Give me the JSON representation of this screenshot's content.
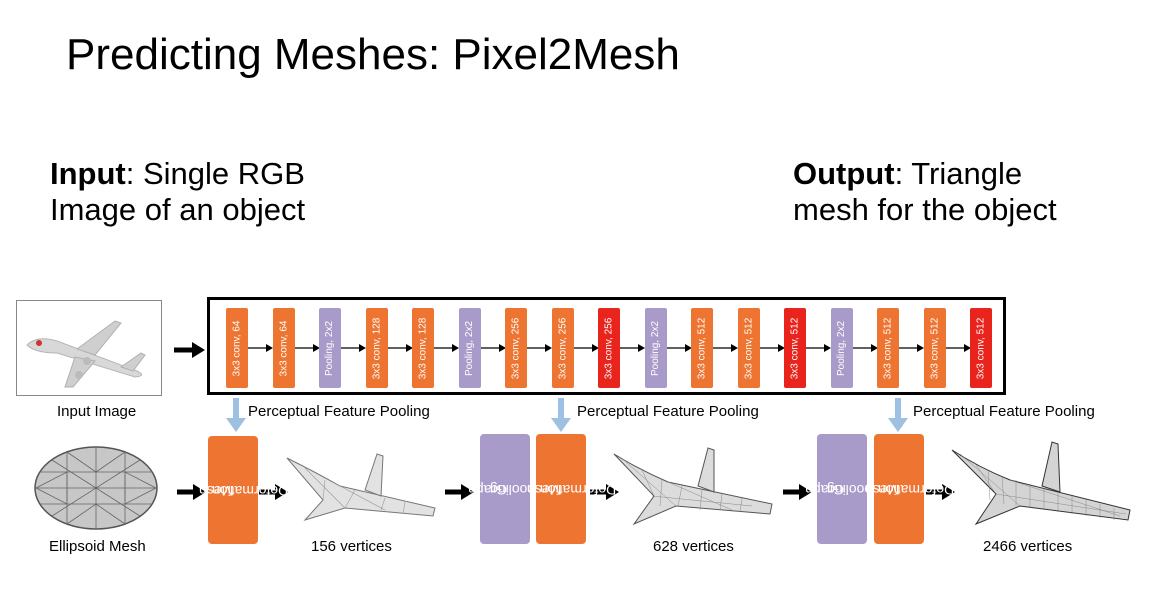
{
  "slide": {
    "title": "Predicting Meshes: Pixel2Mesh",
    "input": {
      "bold": "Input",
      "rest": ": Single RGB",
      "line2": "Image of an object"
    },
    "output": {
      "bold": "Output",
      "rest": ": Triangle",
      "line2": "mesh for the object"
    }
  },
  "diagram": {
    "input_image_label": "Input Image",
    "ellipsoid_label": "Ellipsoid Mesh",
    "pooling_label": "Perceptual Feature Pooling",
    "layers": [
      {
        "label": "3x3 conv, 64",
        "kind": "conv"
      },
      {
        "label": "3x3 conv, 64",
        "kind": "conv"
      },
      {
        "label": "Pooling, 2x2",
        "kind": "pool"
      },
      {
        "label": "3x3 conv, 128",
        "kind": "conv"
      },
      {
        "label": "3x3 conv, 128",
        "kind": "conv"
      },
      {
        "label": "Pooling, 2x2",
        "kind": "pool"
      },
      {
        "label": "3x3 conv, 256",
        "kind": "conv"
      },
      {
        "label": "3x3 conv, 256",
        "kind": "conv"
      },
      {
        "label": "3x3 conv, 256",
        "kind": "convr"
      },
      {
        "label": "Pooling, 2x2",
        "kind": "pool"
      },
      {
        "label": "3x3 conv, 512",
        "kind": "conv"
      },
      {
        "label": "3x3 conv, 512",
        "kind": "conv"
      },
      {
        "label": "3x3 conv, 512",
        "kind": "convr"
      },
      {
        "label": "Pooling, 2x2",
        "kind": "pool"
      },
      {
        "label": "3x3 conv, 512",
        "kind": "conv"
      },
      {
        "label": "3x3 conv, 512",
        "kind": "conv"
      },
      {
        "label": "3x3 conv, 512",
        "kind": "convr"
      }
    ],
    "mesh_deformation": "Mesh Deformation",
    "mesh_deformation_l1": "Mesh",
    "mesh_deformation_l2": "Deformation",
    "graph_unpooling_l1": "Graph",
    "graph_unpooling_l2": "Unpooling",
    "stage_labels": [
      "156 vertices",
      "628 vertices",
      "2466 vertices"
    ],
    "colors": {
      "conv": "#ee7531",
      "pool": "#a99bc9",
      "convr": "#e8241d",
      "pool_arrow": "#9ec0e3"
    }
  }
}
